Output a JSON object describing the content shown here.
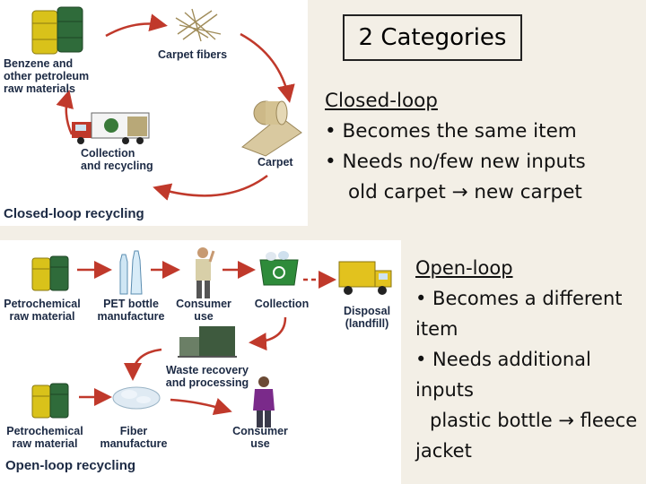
{
  "title": "2 Categories",
  "closed_loop": {
    "heading": "Closed-loop",
    "bullets": [
      "• Becomes the same item",
      "• Needs no/few new inputs"
    ],
    "example": "old carpet → new carpet"
  },
  "open_loop": {
    "heading": "Open-loop",
    "bullets": [
      "• Becomes a different item",
      "• Needs additional inputs"
    ],
    "example": "plastic bottle → fleece jacket"
  },
  "closed_figure": {
    "caption": "Closed-loop recycling",
    "labels": {
      "raw": "Benzene and\nother petroleum\nraw materials",
      "fibers": "Carpet fibers",
      "carpet": "Carpet",
      "collection": "Collection\nand recycling"
    }
  },
  "open_figure": {
    "caption": "Open-loop recycling",
    "labels": {
      "petro1": "Petrochemical\nraw material",
      "pet": "PET bottle\nmanufacture",
      "consumer1": "Consumer\nuse",
      "collection": "Collection",
      "disposal": "Disposal\n(landfill)",
      "waste": "Waste recovery\nand processing",
      "petro2": "Petrochemical\nraw material",
      "fiber": "Fiber\nmanufacture",
      "consumer2": "Consumer\nuse"
    }
  },
  "colors": {
    "arrow": "#c0392b",
    "label": "#1c2a44",
    "barrel_yellow": "#d9c21a",
    "barrel_green": "#2f6b3a"
  }
}
